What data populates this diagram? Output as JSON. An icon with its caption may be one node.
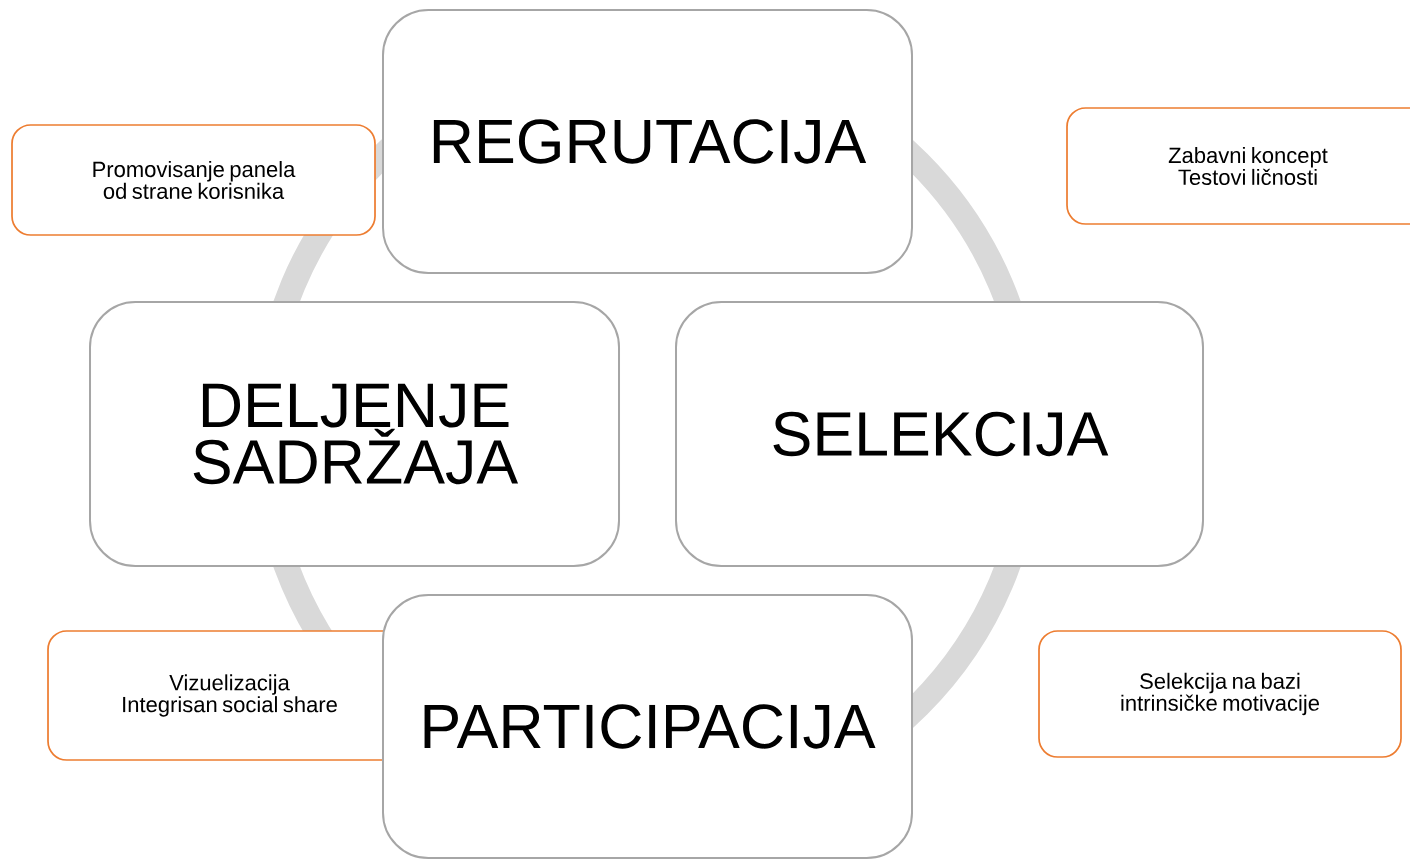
{
  "diagram": {
    "nodes": [
      {
        "text": [
          "REGRUTACIJA"
        ]
      },
      {
        "text": [
          "Promovisanje panela od strane korisnika"
        ]
      },
      {
        "text": [
          "Zabavni koncept",
          "Testovi ličnosti"
        ]
      },
      {
        "text": [
          "DELJENJE SADRŽAJA"
        ]
      },
      {
        "text": [
          "SELEKCIJA"
        ]
      },
      {
        "text": [
          "Vizuelizacija",
          "Integrisan social share"
        ]
      },
      {
        "text": [
          "PARTICIPACIJA"
        ]
      },
      {
        "text": [
          "Selekcija na bazi intrinsičke motivacije"
        ]
      }
    ]
  }
}
